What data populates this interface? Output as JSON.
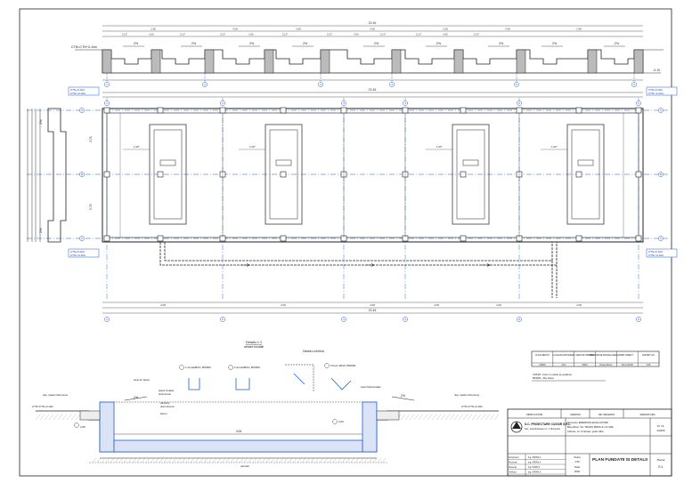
{
  "top_section": {
    "overall_dim": "23.45",
    "span_dims": [
      "2.95",
      "3.05",
      "3.05",
      "3.05",
      "3.05",
      "3.05",
      "2.95"
    ],
    "sub_dims_top": [
      "2.12*",
      "0.65",
      "2.12*",
      "2.12*",
      "0.65",
      "2.12*",
      "2.12*",
      "0.65",
      "2.12*",
      "2.12*",
      "0.65",
      "2.12*"
    ],
    "slope_labels": [
      "2%",
      "2%",
      "2%",
      "2%",
      "2%",
      "2%",
      "2%",
      "2%",
      "2%",
      "2%"
    ],
    "level_left": "CTN=CTN+0.10m",
    "level_right": "-0.10",
    "grid_numbers": [
      "1",
      "2",
      "3",
      "4",
      "5",
      "6",
      "7",
      "8"
    ]
  },
  "plan": {
    "overall_dim": "23.45",
    "grid_letters": [
      "A",
      "B",
      "C"
    ],
    "grid_numbers": [
      "1",
      "2",
      "3",
      "4",
      "5",
      "6",
      "7",
      "8"
    ],
    "level_tags": [
      "CTN+0.10m",
      "CTN=-0.10m",
      "CTN+0.10m",
      "CTN=-0.10m"
    ],
    "cell_dims": [
      "1.62*",
      "1.62*",
      "1.62*",
      "1.62*"
    ],
    "slope_labels": [
      "2%",
      "2%"
    ],
    "side_dims": [
      "2.75",
      "2.75"
    ]
  },
  "bottom_dims": {
    "overall_dim": "23.45",
    "span_dims": [
      "3.05",
      "3.05",
      "3.05",
      "3.05",
      "3.05",
      "3.05"
    ]
  },
  "section": {
    "detail_title": "Detaliu 1:1",
    "detail_subtitle": "armare fundatii",
    "detail_link_title": "Detaliu colt fibra",
    "rebar_labels": [
      "1 armatii8/10, BSt500",
      "2 armatii8/10, BSt500",
      "3 bare 48/10, BSt500"
    ],
    "labels": [
      "strat de beton",
      "placa izolatie",
      "strat beton",
      "start hidroizolatie",
      "camera",
      "start dinmai",
      "beton",
      "pamant"
    ],
    "legend_left": "dop mastic bituminos",
    "legend_right": "dop mastic bituminos",
    "level_left": "CTN=CTN+0.10m",
    "level_right": "CTN=CTN+0.10m",
    "slope_left": "2%",
    "slope_right": "2%",
    "width_dim": "3.05",
    "ref_left": "3.05",
    "ref_mid": "3.00"
  },
  "material_table": {
    "headers": [
      "CLASA BETON",
      "CLASA DE EXPUNERE",
      "GRAD DE IMPERM.",
      "DIMENSIUNE MAXIMA AGREGATE",
      "TIP CIMENT",
      "RAPORT A/C"
    ],
    "row": [
      "C25/30",
      "XC2",
      "P8/10",
      "Dmax=16mm",
      "II/A-S 32,5R",
      "0.50"
    ],
    "notes": [
      "C25/30 - beton in placa pe gradena",
      "BSt500 - fibe bares"
    ]
  },
  "title_block": {
    "company": "S.C. PROIECTARE CUSSIR S.R.L.",
    "company_sub": "Sos. Liviu Rebreanu nr. 1, Bucuresti",
    "project": "Intocmire EMERSON EVALUATORI",
    "beneficiary": "Beneficiar: SC TRANS MINIS & CO SRL",
    "address": "Adresa: str. Fintinele, judet Alba",
    "drawing_title": "PLAN FUNDATII SI DETALII",
    "project_no_label": "Pr. Nr.",
    "project_no": "4/2020",
    "sheet_label": "Plansa",
    "sheet_no": "R-1",
    "scale_label": "Scara",
    "scale": "1:50",
    "date_label": "Data",
    "date": "2020",
    "roles": [
      "Sef proiect",
      "Proiectat",
      "Desenat",
      "Verificat"
    ],
    "names": [
      "ing. ORIAN A.",
      "ing. ORIAN A.",
      "ing. POPA S.",
      "ing. ORIAN A."
    ],
    "header_cells": [
      "VERIFICATOR",
      "CERINTA",
      "NR. REFERAT",
      "SEMNATURA"
    ]
  }
}
